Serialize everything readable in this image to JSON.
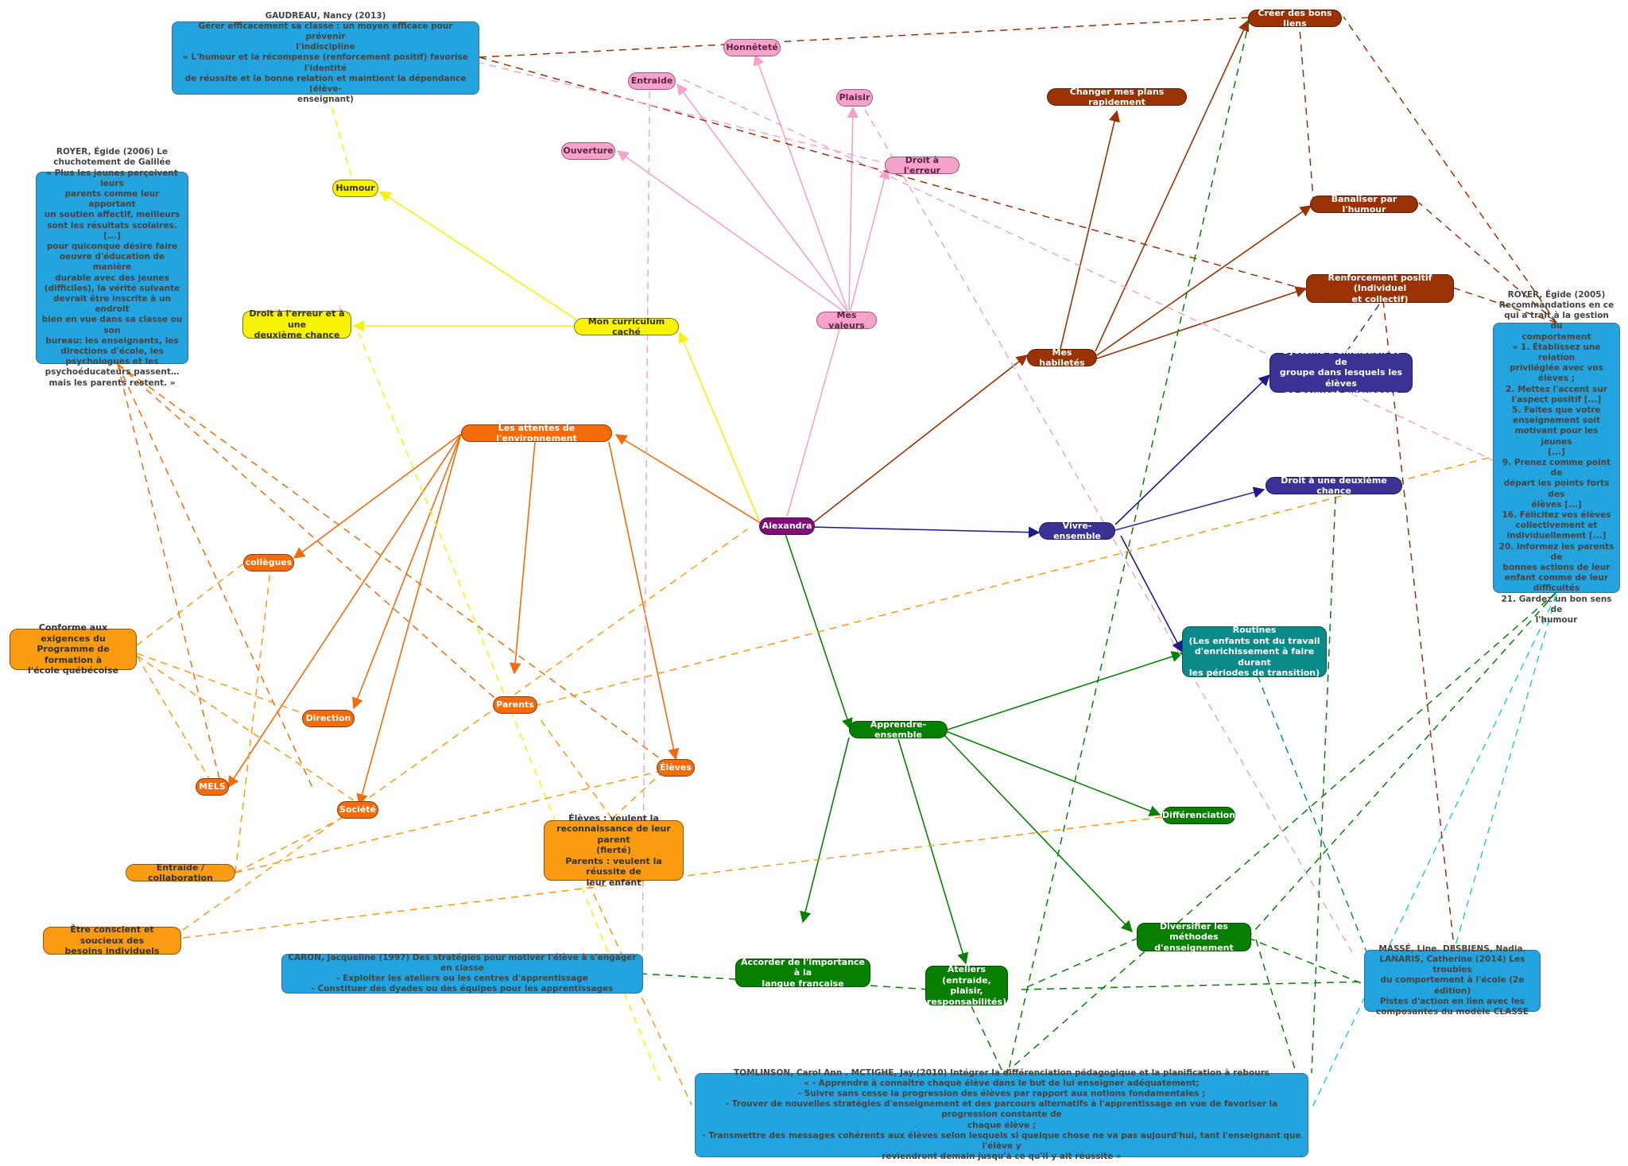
{
  "colors": {
    "center": "#7d0f77",
    "values": "#f6a3cb",
    "curriculum": "#f8f108",
    "environment": "#f46b0c",
    "environment_light": "#fb9b12",
    "skills": "#9a3204",
    "living_together": "#3a3295",
    "routines": "#0b8a8a",
    "learning": "#078002",
    "references": "#23a4de"
  },
  "nodes": {
    "alexandra": "Alexandra",
    "mes_valeurs": "Mes valeurs",
    "honnetete": "Honnêteté",
    "entraide": "Entraide",
    "plaisir": "Plaisir",
    "ouverture": "Ouverture",
    "droit_erreur": "Droit à l'erreur",
    "curriculum": "Mon curriculum caché",
    "humour": "Humour",
    "droit_erreur_chance": "Droit à l'erreur et à une\ndeuxième chance",
    "attentes": "Les attentes de l'environnement",
    "collegues": "collègues",
    "direction": "Direction",
    "parents": "Parents",
    "eleves": "Élèves",
    "mels": "MELS",
    "societe": "Société",
    "conforme": "Conforme aux exigences du\nProgramme de formation à\nl'école québécoise",
    "entraide_collab": "Entraide / collaboration",
    "etre_conscient": "Être conscient et soucieux des\nbesoins individuels",
    "eleves_parents": "Élèves : veulent la\nreconnaissance de leur parent\n(fierté)\nParents : veulent la réussite de\nleur enfant",
    "habiletes": "Mes habiletés",
    "changer_plans": "Changer mes plans rapidement",
    "creer_liens": "Créer des bons liens",
    "banaliser": "Banaliser par l'humour",
    "renforcement": "Renforcement positif (Individuel\net collectif)",
    "vivre_ensemble": "Vivre-ensemble",
    "systeme": "Système d'émulation et de\ngroupe dans lesquels les élèves\nne peuvent qu'avancer",
    "droit_chance": "Droit à une deuxième chance",
    "routines": "Routines\n(Les enfants ont du travail\nd'enrichissement à faire durant\nles périodes de transition)",
    "apprendre": "Apprendre-ensemble",
    "differenciation": "Différenciation",
    "diversifier": "Diversifier les méthodes\nd'enseignement",
    "accorder": "Accorder de l'importance à la\nlangue française",
    "ateliers": "Ateliers\n(entraide, plaisir,\nresponsabilités)",
    "ref_gaudreau": "GAUDREAU, Nancy  (2013)\nGérer efficacement sa classe : un moyen efficace pour prévenir\nl'indiscipline\n« L'humour et la récompense (renforcement positif) favorise l'identité\nde réussite et la bonne relation et maintient la dépendance (élève-\nenseignant)",
    "ref_royer2006": "ROYER, Égide (2006)  Le\nchuchotement de Galilée\n« Plus les jeunes perçoivent leurs\nparents comme leur apportant\nun soutien affectif, meilleurs\nsont les résultats scolaires. [...]\npour quiconque désire faire\noeuvre d'éducation de manière\ndurable avec des jeunes\n(difficiles), la vérité suivante\ndevrait être inscrite à un endroit\nbien en vue dans sa classe ou son\nbureau: les enseignants, les\ndirections d'école, les\npsychologues et les\npsychoéducateurs passent…\nmais les parents restent. »",
    "ref_royer2005": "ROYER, Égide (2005)\nRecommandations en ce\nqui a trait à la gestion du\ncomportement\n« 1. Établissez une relation\nprivilégiée avec vos élèves ;\n2. Mettez l'accent sur\nl'aspect positif [...]\n5. Faites que votre\nenseignement soit\nmotivant pour les jeunes\n[...]\n9. Prenez comme point de\ndépart les points forts des\nélèves [...]\n16. Félicitez vos élèves\ncollectivement et\nindividuellement [...]\n20. Informez les parents de\nbonnes actions de leur\nenfant comme de leur\ndifficultés\n21. Gardez un bon sens de\nl'humour",
    "ref_caron": "CARON, Jacqueline (1997) Des stratégies pour motiver l'élève à s'engager en classe\n- Exploiter les ateliers ou les centres d'apprentissage\n- Constituer des dyades ou des équipes pour les apprentissages",
    "ref_masse": "MASSÉ, Line.  DESBIENS, Nadia.\nLANARIS, Catherine (2014) Les troubles\ndu comportement à l'école (2e édition)\nPistes d'action en lien avec les\ncomposantes du modèle CLASSE",
    "ref_tomlinson": "TOMLINSON, Carol Ann . MCTIGHE, Jay.(2010) Intégrer la différenciation pédagogique et la planification à rebours\n« - Apprendre à connaître chaque élève dans le but de lui enseigner adéquatement;\n- Suivre sans cesse la progression des élèves par rapport aux notions fondamentales ;\n- Trouver de nouvelles stratégies d'enseignement et des parcours alternatifs à l'apprentissage en vue de favoriser la progression constante de\nchaque élève ;\n- Transmettre des messages cohérents aux élèves selon lesquels si quelque chose ne va pas aujourd'hui, tant l'enseignant que l'élève y\nreviendront demain jusqu'à ce qu'il y ait réussite »"
  }
}
